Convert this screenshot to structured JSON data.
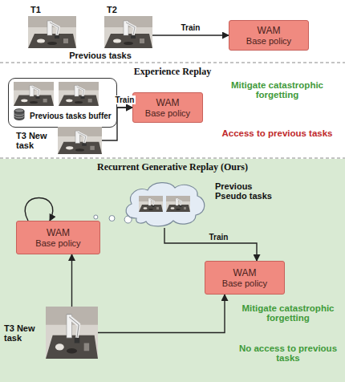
{
  "diagram": {
    "nodes": [
      {
        "text": [
          "T1"
        ]
      },
      {
        "text": [
          "T2"
        ]
      },
      {
        "text": [
          "WAM",
          "Base policy"
        ]
      },
      {
        "text": [
          "Previous tasks buffer"
        ]
      },
      {
        "text": [
          "T3 New task"
        ]
      },
      {
        "text": [
          "WAM",
          "Base policy"
        ]
      },
      {
        "text": [
          "WAM",
          "Base policy"
        ]
      },
      {
        "text": [
          "Previous Pseudo tasks"
        ]
      },
      {
        "text": [
          "WAM",
          "Base policy"
        ]
      },
      {
        "text": [
          "T3 New task"
        ]
      }
    ],
    "edges": [
      {
        "from": 1,
        "to": 2,
        "label": "Train",
        "arrow": "to"
      },
      {
        "from": 3,
        "to": 5,
        "label": "Train",
        "arrow": "to"
      },
      {
        "from": 4,
        "to": 5,
        "arrow": "to"
      },
      {
        "from": 6,
        "to": 6,
        "arrow": "to"
      },
      {
        "from": 6,
        "to": 7,
        "arrow": "none"
      },
      {
        "from": 7,
        "to": 8,
        "label": "Train",
        "arrow": "to"
      },
      {
        "from": 9,
        "to": 6,
        "arrow": "to"
      },
      {
        "from": 9,
        "to": 8,
        "arrow": "to"
      }
    ],
    "labels": [
      "Previous tasks",
      "Experience Replay",
      "Mitigate catastrophic forgetting",
      "Access to previous tasks",
      "Recurrent Generative Replay (Ours)",
      "Mitigate catastrophic forgetting",
      "No access to previous tasks"
    ]
  }
}
